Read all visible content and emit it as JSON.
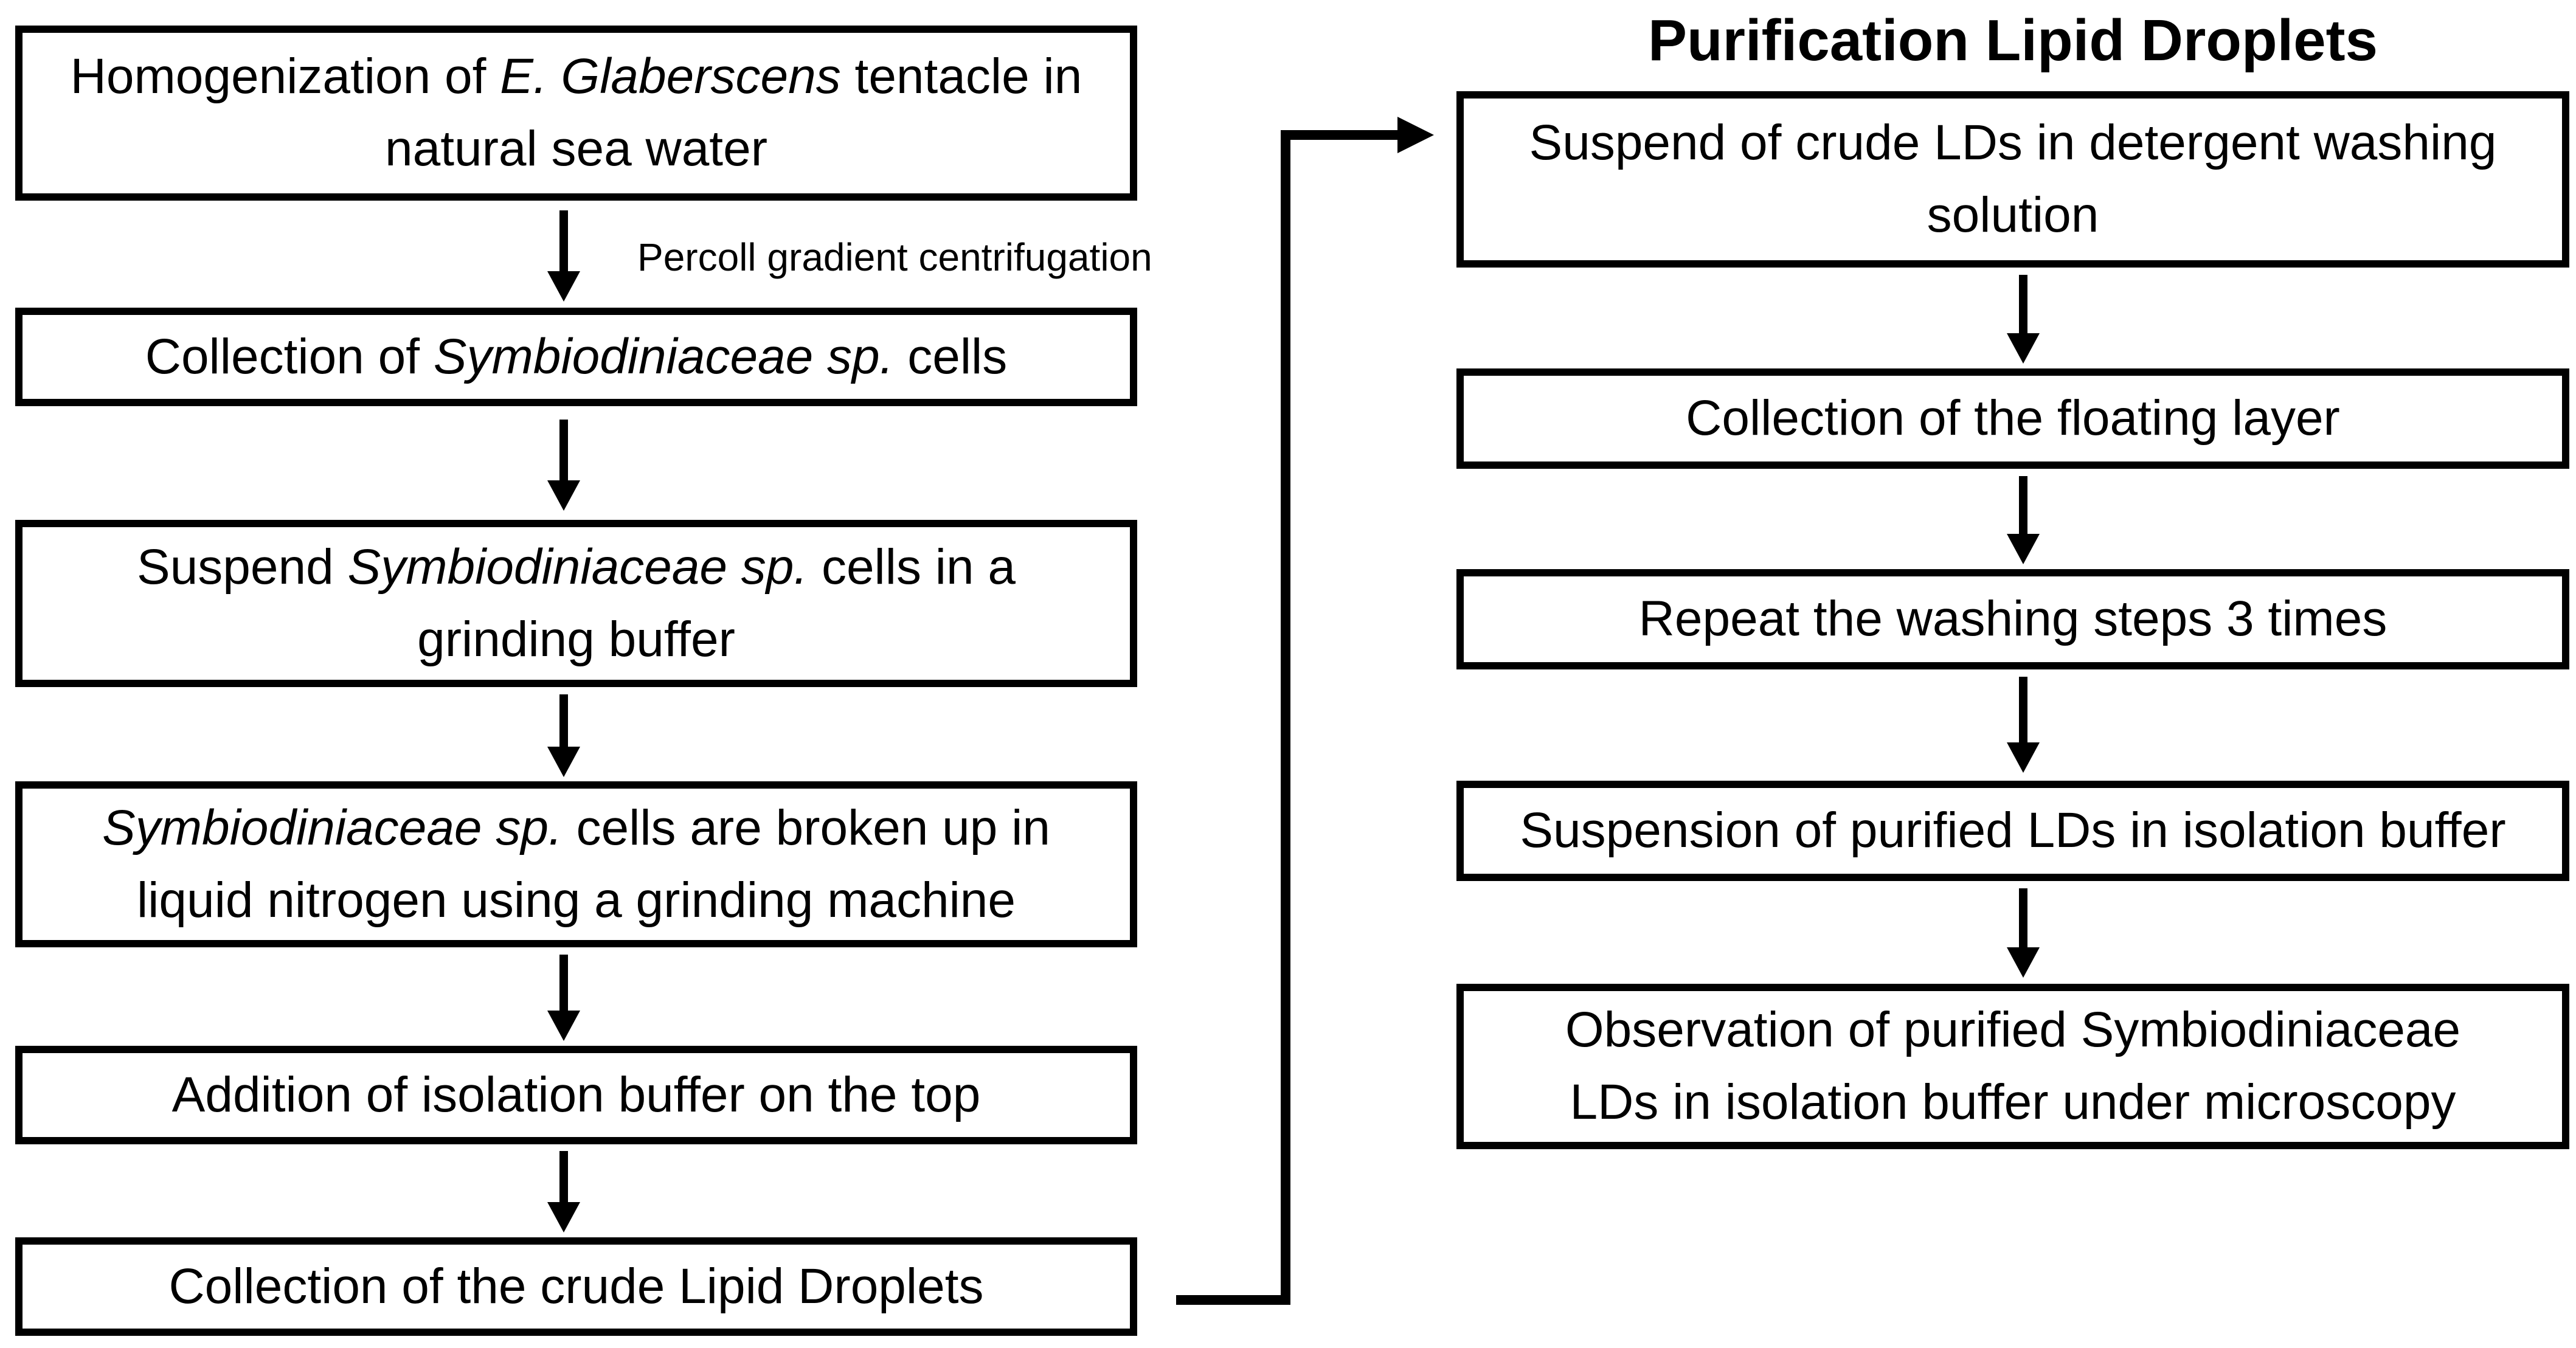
{
  "figure": {
    "background_color": "#ffffff",
    "line_color": "#000000",
    "text_color": "#000000"
  },
  "left_column": {
    "arrow_label": "Percoll gradient centrifugation",
    "boxes": [
      {
        "segments": [
          {
            "text": "Homogenization of "
          },
          {
            "text": "E. Glaberscens",
            "italic": true
          },
          {
            "text": " tentacle in"
          },
          {
            "break": true
          },
          {
            "text": "natural sea water"
          }
        ]
      },
      {
        "segments": [
          {
            "text": "Collection of "
          },
          {
            "text": "Symbiodiniaceae sp.",
            "italic": true
          },
          {
            "text": " cells"
          }
        ]
      },
      {
        "segments": [
          {
            "text": "Suspend "
          },
          {
            "text": "Symbiodiniaceae sp.",
            "italic": true
          },
          {
            "text": " cells in a"
          },
          {
            "break": true
          },
          {
            "text": "grinding buffer"
          }
        ]
      },
      {
        "segments": [
          {
            "text": "Symbiodiniaceae sp.",
            "italic": true
          },
          {
            "text": " cells are broken up in"
          },
          {
            "break": true
          },
          {
            "text": "liquid nitrogen using a grinding machine"
          }
        ]
      },
      {
        "segments": [
          {
            "text": "Addition of isolation buffer on the top"
          }
        ]
      },
      {
        "segments": [
          {
            "text": "Collection of the crude Lipid Droplets"
          }
        ]
      }
    ]
  },
  "right_column": {
    "title": "Purification Lipid Droplets",
    "boxes": [
      {
        "segments": [
          {
            "text": "Suspend of crude LDs in detergent washing"
          },
          {
            "break": true
          },
          {
            "text": "solution"
          }
        ]
      },
      {
        "segments": [
          {
            "text": "Collection of the floating layer"
          }
        ]
      },
      {
        "segments": [
          {
            "text": "Repeat the washing steps 3 times"
          }
        ]
      },
      {
        "segments": [
          {
            "text": "Suspension of purified LDs in isolation buffer"
          }
        ]
      },
      {
        "segments": [
          {
            "text": "Observation of purified Symbiodiniaceae"
          },
          {
            "break": true
          },
          {
            "text": "LDs in isolation buffer under microscopy"
          }
        ]
      }
    ]
  }
}
